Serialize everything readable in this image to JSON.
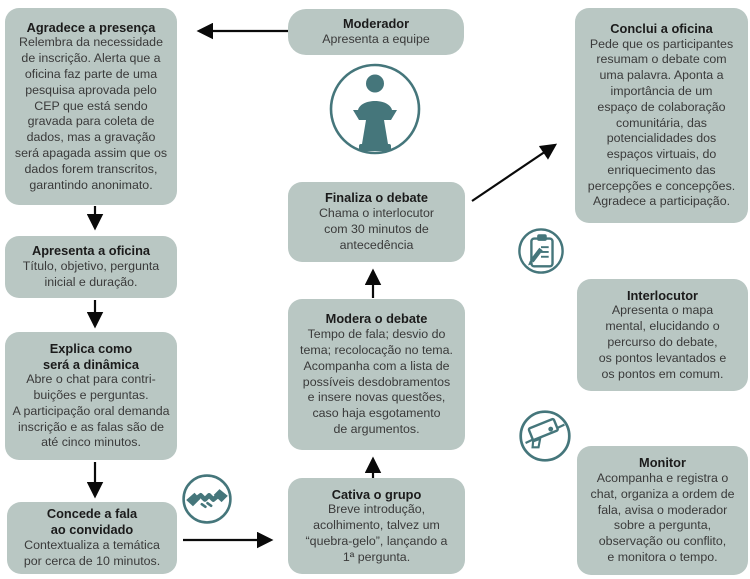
{
  "colors": {
    "box_fill": "#b9c7c3",
    "icon_teal": "#45767b",
    "arrow": "#0a0a0a",
    "title_text": "#1b1b1b",
    "body_text": "#3a3a3a",
    "background": "#ffffff"
  },
  "icons": {
    "podium": "podium-speaker-icon",
    "handshake": "handshake-icon",
    "clipboard": "clipboard-pencil-icon",
    "camera": "security-camera-icon"
  },
  "nodes": {
    "agradece": {
      "title": "Agradece a presença",
      "body": "Relembra da necessidade\nde inscrição. Alerta que a\noficina faz parte de uma\npesquisa aprovada pelo\nCEP que está sendo\ngravada para coleta de\ndados, mas a gravação\nserá apagada assim que os\ndados forem transcritos,\ngarantindo anonimato."
    },
    "apresenta": {
      "title": "Apresenta a oficina",
      "body": "Título, objetivo, pergunta\ninicial e duração."
    },
    "explica": {
      "title": "Explica como\nserá a dinâmica",
      "body": "Abre o chat para contri-\nbuições e perguntas.\nA participação oral demanda\ninscrição e as falas são de\naté cinco minutos."
    },
    "concede": {
      "title": "Concede a fala\nao convidado",
      "body": "Contextualiza a temática\npor cerca de 10 minutos."
    },
    "moderador": {
      "title": "Moderador",
      "body": "Apresenta a equipe"
    },
    "finaliza": {
      "title": "Finaliza o debate",
      "body": "Chama o interlocutor\ncom 30 minutos de\nantecedência"
    },
    "modera": {
      "title": "Modera o debate",
      "body": "Tempo de fala; desvio do\ntema; recolocação no tema.\nAcompanha com a lista de\npossíveis desdobramentos\ne insere novas questões,\ncaso haja esgotamento\nde argumentos."
    },
    "cativa": {
      "title": "Cativa o grupo",
      "body": "Breve introdução,\nacolhimento, talvez um\n“quebra-gelo”, lançando a\n1ª pergunta."
    },
    "conclui": {
      "title": "Conclui a oficina",
      "body": "Pede que os participantes\nresumam o debate com\numa palavra. Aponta a\nimportância de um\nespaço de colaboração\ncomunitária, das\npotencialidades dos\nespaços virtuais, do\nenriquecimento das\npercepções e concepções.\nAgradece a participação."
    },
    "interlocutor": {
      "title": "Interlocutor",
      "body": "Apresenta o mapa\nmental, elucidando o\npercurso do debate,\nos pontos levantados e\nos pontos em comum."
    },
    "monitor": {
      "title": "Monitor",
      "body": "Acompanha e registra o\nchat, organiza a ordem de\nfala, avisa o moderador\nsobre a pergunta,\nobservação ou conflito,\ne monitora o tempo."
    }
  }
}
